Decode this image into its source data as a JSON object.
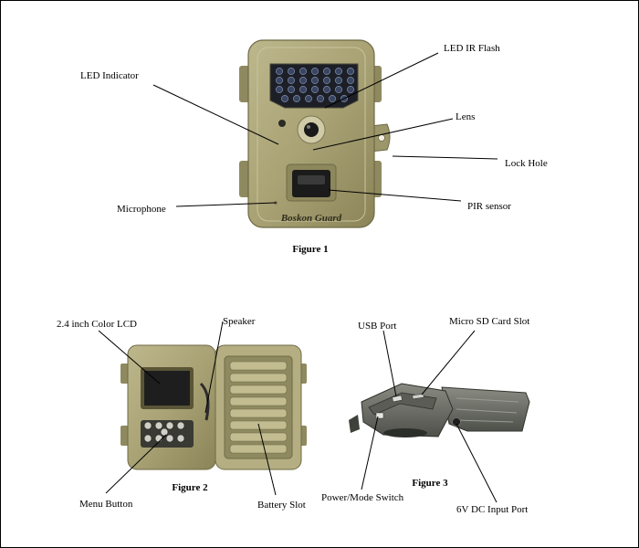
{
  "figure1": {
    "caption": "Figure 1",
    "brand": "Boskon Guard",
    "labels": {
      "led_ir_flash": "LED IR Flash",
      "led_indicator": "LED Indicator",
      "lens": "Lens",
      "lock_hole": "Lock Hole",
      "microphone": "Microphone",
      "pir_sensor": "PIR sensor"
    }
  },
  "figure2": {
    "caption": "Figure 2",
    "labels": {
      "lcd": "2.4 inch Color LCD",
      "speaker": "Speaker",
      "menu_button": "Menu Button",
      "battery_slot": "Battery Slot"
    }
  },
  "figure3": {
    "caption": "Figure 3",
    "labels": {
      "usb_port": "USB Port",
      "micro_sd": "Micro SD Card Slot",
      "power_mode": "Power/Mode Switch",
      "dc_input": "6V DC Input Port"
    }
  },
  "colors": {
    "camera_body": "#a8a275",
    "camera_dark": "#6f6a45",
    "camera_light": "#c4bf96",
    "lcd": "#1e1e1e",
    "housing_grey": "#6c6e66"
  }
}
